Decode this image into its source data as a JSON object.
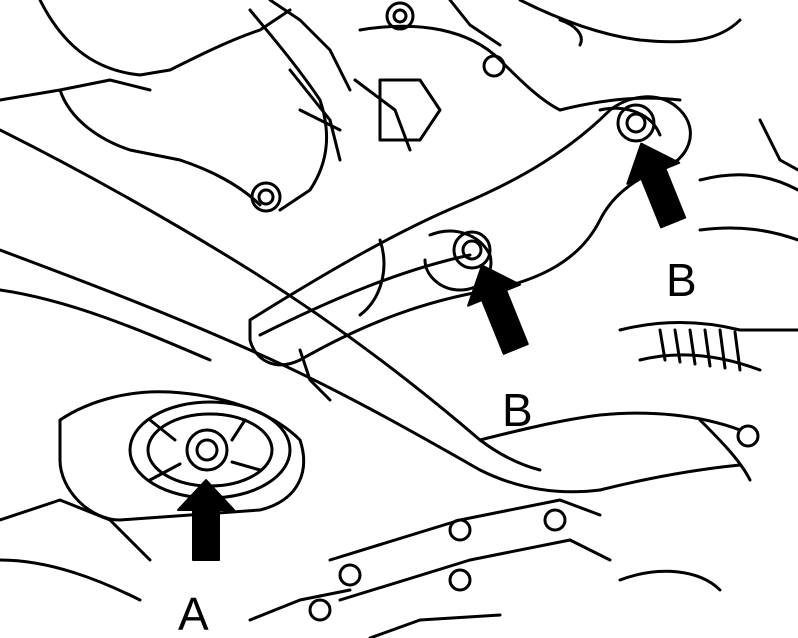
{
  "diagram": {
    "background_color": "#ffffff",
    "line_color": "#000000",
    "callouts": [
      {
        "label": "A"
      },
      {
        "label": "B"
      },
      {
        "label": "B"
      }
    ]
  }
}
